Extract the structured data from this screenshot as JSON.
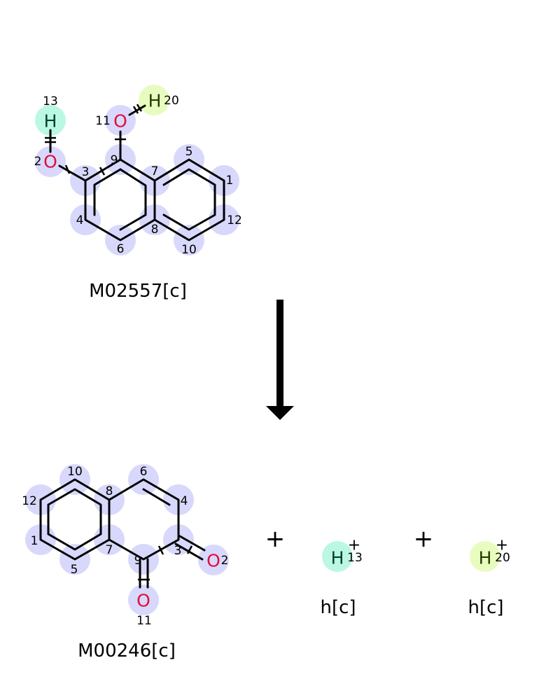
{
  "reactant": {
    "name": "M02557[c]",
    "atoms": {
      "O2": {
        "symbol": "O",
        "number": "2"
      },
      "H13": {
        "symbol": "H",
        "number": "13"
      },
      "O11": {
        "symbol": "O",
        "number": "11"
      },
      "H20": {
        "symbol": "H",
        "number": "20"
      },
      "C9": {
        "number": "9"
      },
      "C3": {
        "number": "3"
      },
      "C7": {
        "number": "7"
      },
      "C5": {
        "number": "5"
      },
      "C1": {
        "number": "1"
      },
      "C12": {
        "number": "12"
      },
      "C4": {
        "number": "4"
      },
      "C6": {
        "number": "6"
      },
      "C8": {
        "number": "8"
      },
      "C10": {
        "number": "10"
      }
    }
  },
  "products": [
    {
      "name": "M00246[c]",
      "atoms": {
        "O2": {
          "symbol": "O",
          "number": "2"
        },
        "O11": {
          "symbol": "O",
          "number": "11"
        },
        "C10": {
          "number": "10"
        },
        "C12": {
          "number": "12"
        },
        "C1": {
          "number": "1"
        },
        "C5": {
          "number": "5"
        },
        "C7": {
          "number": "7"
        },
        "C8": {
          "number": "8"
        },
        "C6": {
          "number": "6"
        },
        "C4": {
          "number": "4"
        },
        "C3": {
          "number": "3"
        },
        "C9": {
          "number": "9"
        }
      }
    },
    {
      "name": "h[c]",
      "symbol": "H",
      "charge": "+",
      "number": "13"
    },
    {
      "name": "h[c]",
      "symbol": "H",
      "charge": "+",
      "number": "20"
    }
  ],
  "operators": {
    "plus": "+"
  },
  "colors": {
    "highlight": "#d8d8fc",
    "h13": "#bbf8e4",
    "h20": "#e8fcc0",
    "oxygen": "#e0103a"
  }
}
